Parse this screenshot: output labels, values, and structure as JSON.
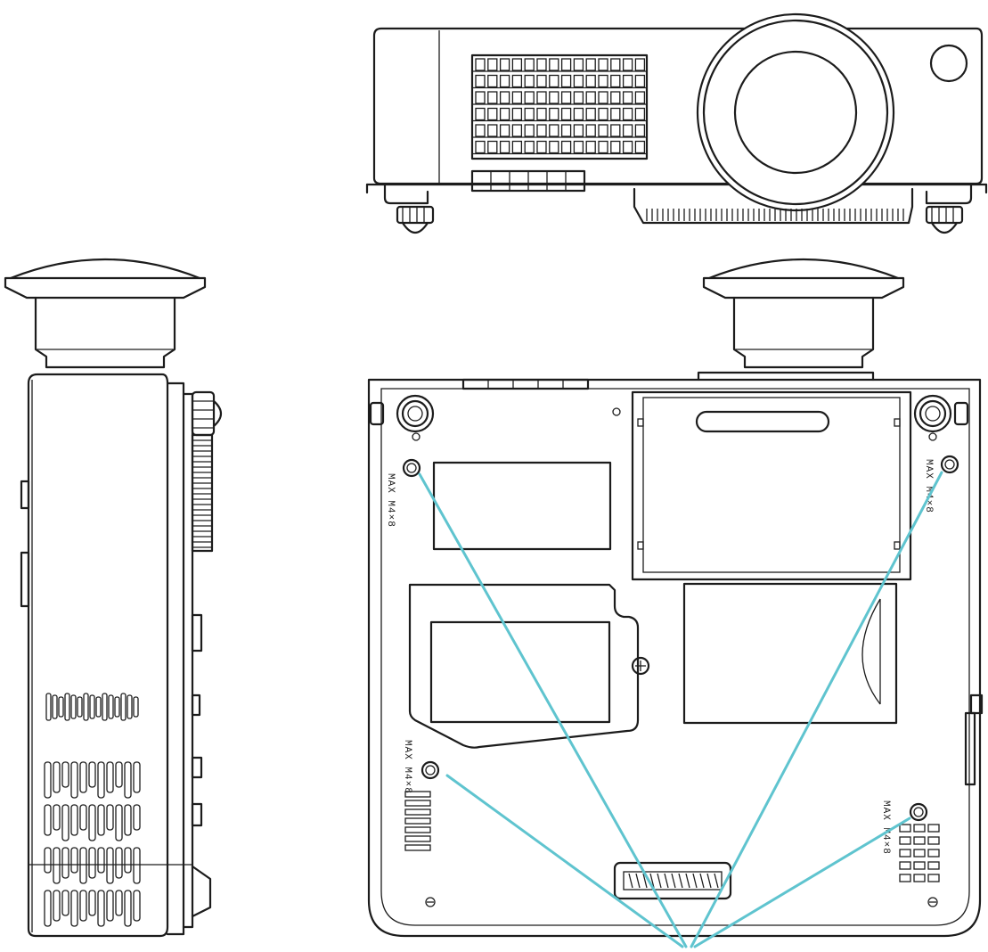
{
  "mount_labels": [
    {
      "id": "top-left",
      "text": "MAX  M4×8"
    },
    {
      "id": "top-right",
      "text": "MAX  M4×8"
    },
    {
      "id": "bottom-left",
      "text": "MAX  M4×8"
    },
    {
      "id": "bottom-right",
      "text": "MAX  M4×8"
    }
  ],
  "colors": {
    "line_art": "#1c1c1c",
    "pointer_lines": "#5fc4cf",
    "background": "#ffffff"
  }
}
